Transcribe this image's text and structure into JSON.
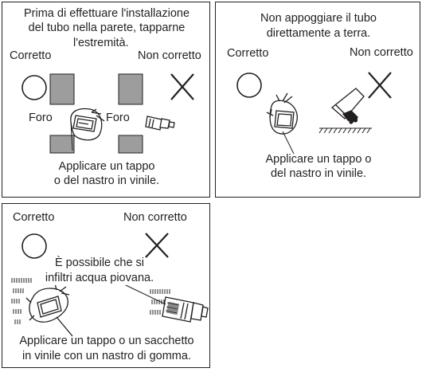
{
  "panel1": {
    "instruction_line1": "Prima di effettuare l'installazione",
    "instruction_line2": "del tubo nella parete, tapparne",
    "instruction_line3": "l'estremità.",
    "correct_label": "Corretto",
    "incorrect_label": "Non corretto",
    "hole_label_left": "Foro",
    "hole_label_right": "Foro",
    "caption_line1": "Applicare un tappo",
    "caption_line2": "o del nastro in vinile."
  },
  "panel2": {
    "instruction_line1": "Non appoggiare il tubo",
    "instruction_line2": "direttamente a terra.",
    "correct_label": "Corretto",
    "incorrect_label": "Non corretto",
    "caption_line1": "Applicare un tappo o",
    "caption_line2": "del nastro in vinile."
  },
  "panel3": {
    "correct_label": "Corretto",
    "incorrect_label": "Non corretto",
    "warning_line1": "È possibile che si",
    "warning_line2": "infiltri acqua piovana.",
    "caption_line1": "Applicare un tappo o un sacchetto",
    "caption_line2": "in vinile con un nastro di gomma."
  }
}
